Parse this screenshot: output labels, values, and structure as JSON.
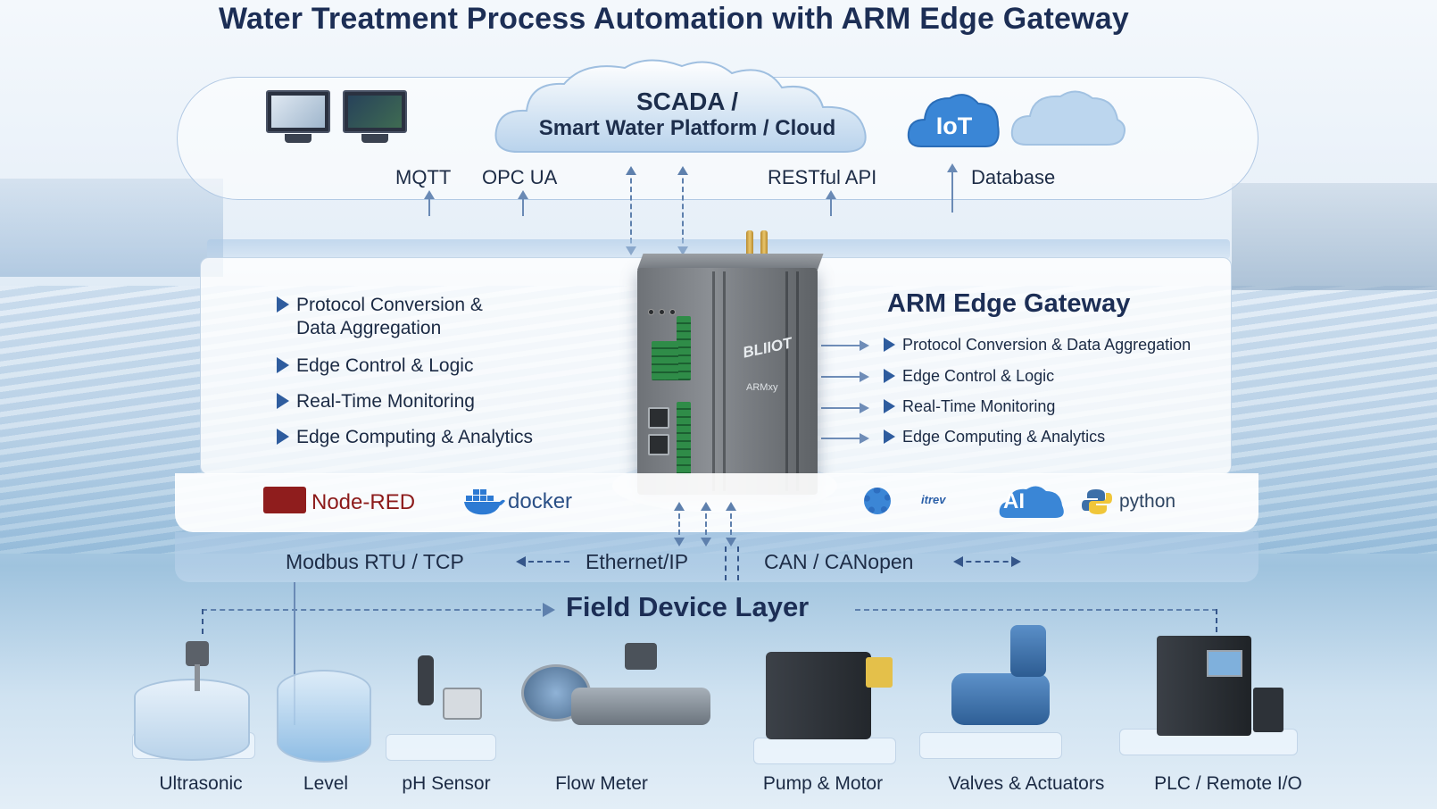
{
  "title": "Water Treatment Process Automation with ARM Edge Gateway",
  "cloud": {
    "scada_line1": "SCADA /",
    "scada_line2": "Smart Water Platform / Cloud",
    "iot": "IoT"
  },
  "protocols_top": {
    "mqtt": "MQTT",
    "opcua": "OPC UA",
    "restful": "RESTful API",
    "database": "Database"
  },
  "gateway": {
    "title": "ARM Edge Gateway",
    "brand": "BLIIOT",
    "model": "ARMxy"
  },
  "features_left": [
    "Protocol Conversion &",
    "Data Aggregation",
    "Edge Control & Logic",
    "Real-Time Monitoring",
    "Edge Computing & Analytics"
  ],
  "features_right": [
    "Protocol Conversion & Data Aggregation",
    "Edge Control & Logic",
    "Real-Time Monitoring",
    "Edge Computing & Analytics"
  ],
  "logos": {
    "nodered": "Node-RED",
    "docker": "docker",
    "ithreeda": "itrev",
    "ai": "AI",
    "python": "python"
  },
  "comm": {
    "modbus": "Modbus RTU / TCP",
    "ethernetip": "Ethernet/IP",
    "can": "CAN / CANopen"
  },
  "field": {
    "title": "Field Device Layer",
    "devices": [
      "Ultrasonic",
      "Level",
      "pH Sensor",
      "Flow Meter",
      "Pump & Motor",
      "Valves & Actuators",
      "PLC / Remote I/O"
    ]
  },
  "colors": {
    "title": "#1c2e55",
    "accent": "#2e5c9e",
    "nodered": "#8f1d1d",
    "docker": "#2a4f86",
    "antenna": "#e9c56c",
    "terminal": "#2f8c48"
  },
  "icons": [
    "monitor-icon",
    "cloud-icon",
    "iot-cloud-icon",
    "node-red-icon",
    "docker-icon",
    "gear-icon",
    "ai-cloud-icon",
    "python-icon"
  ]
}
